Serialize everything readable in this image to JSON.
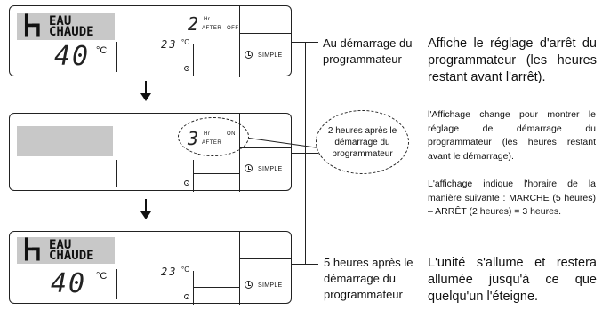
{
  "badge": {
    "line1": "EAU",
    "line2": "CHAUDE"
  },
  "panel1": {
    "temp": "40",
    "temp_unit": "°C",
    "hours": "2",
    "hr": "Hr",
    "after": "AFTER",
    "mode": "OFF",
    "room_temp": "23",
    "room_unit": "°C",
    "simple": "SIMPLE"
  },
  "panel2": {
    "hours": "3",
    "hr": "Hr",
    "after": "AFTER",
    "mode": "ON",
    "simple": "SIMPLE"
  },
  "panel3": {
    "temp": "40",
    "temp_unit": "°C",
    "room_temp": "23",
    "room_unit": "°C",
    "simple": "SIMPLE"
  },
  "callout": {
    "text": "2 heures après le démarrage du programmateur"
  },
  "steps": [
    {
      "label": "Au démarrage du programmateur",
      "desc": "Affiche le réglage d'arrêt du programmateur (les heures restant avant l'arrêt)."
    },
    {
      "desc1": "l'Affichage change pour montrer le réglage de démarrage du programmateur (les heures restant avant le démarrage).",
      "desc2": "L'affichage indique l'horaire de la manière suivante : MARCHE (5 heures) – ARRÊT (2 heures) = 3 heures."
    },
    {
      "label": "5 heures après le démarrage du programmateur",
      "desc": "L'unité s'allume et restera allumée jusqu'à ce que quelqu'un l'éteigne."
    }
  ]
}
